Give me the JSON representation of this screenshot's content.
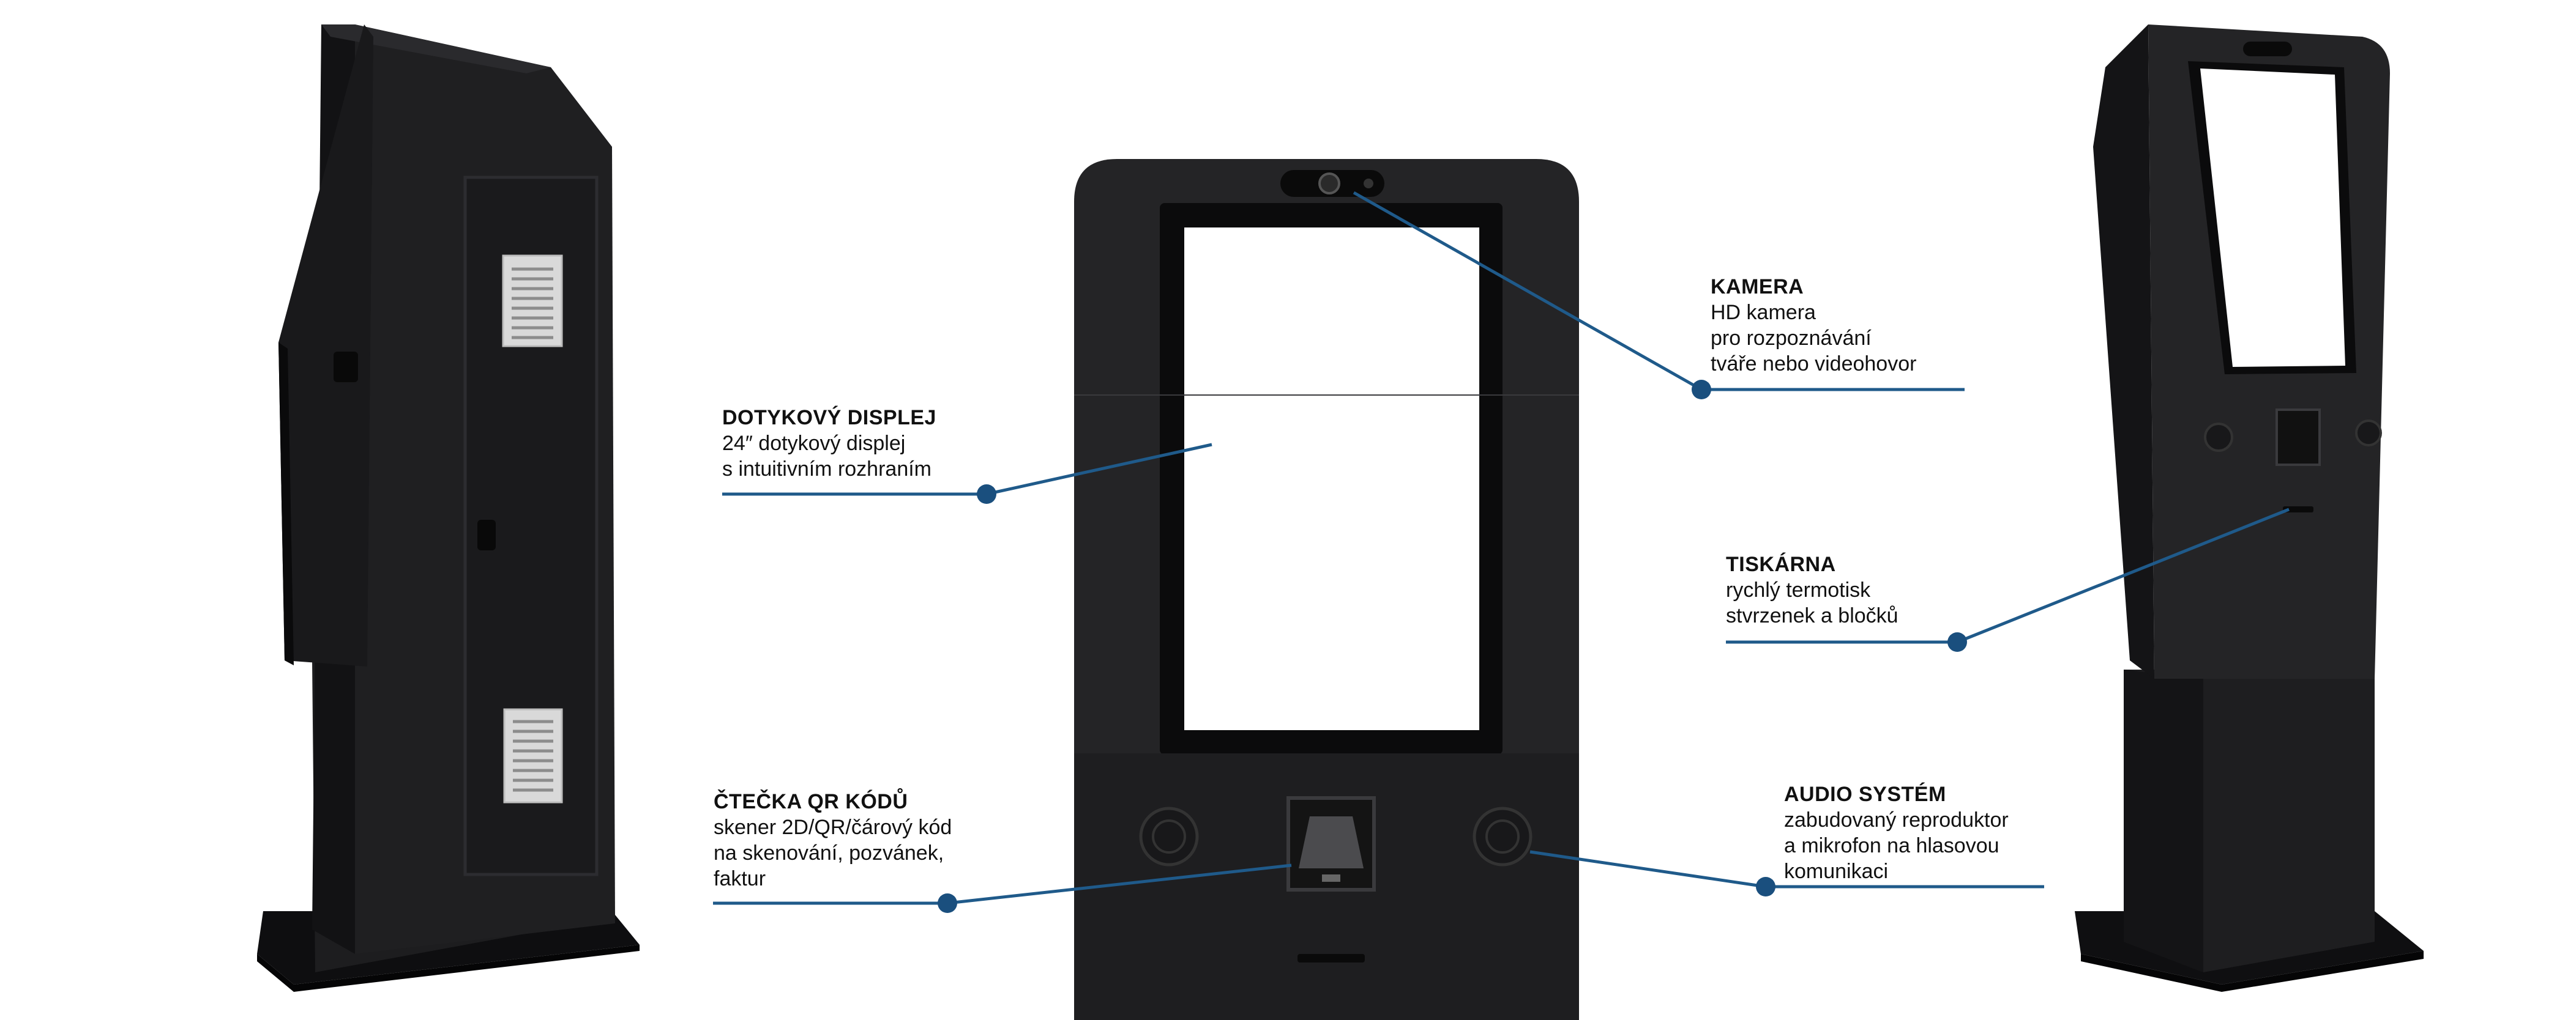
{
  "colors": {
    "kiosk_body": "#1f1f21",
    "kiosk_side": "#141416",
    "screen": "#ffffff",
    "callout_line": "#1f5a8a",
    "callout_dot": "#1a4f7e",
    "vent": "#d9d9d9"
  },
  "callouts": {
    "kamera": {
      "title": "KAMERA",
      "lines": [
        "HD kamera",
        "pro rozpoznávání",
        "tváře nebo videohovor"
      ]
    },
    "displej": {
      "title": "DOTYKOVÝ DISPLEJ",
      "lines": [
        "24″ dotykový displej",
        "s intuitivním rozhraním"
      ]
    },
    "tiskarna": {
      "title": "TISKÁRNA",
      "lines": [
        "rychlý termotisk",
        "stvrzenek a bločků"
      ]
    },
    "ctecka": {
      "title": "ČTEČKA QR KÓDŮ",
      "lines": [
        "skener 2D/QR/čárový kód",
        "na skenování, pozvánek,",
        "faktur"
      ]
    },
    "audio": {
      "title": "AUDIO SYSTÉM",
      "lines": [
        "zabudovaný reproduktor",
        "a mikrofon na hlasovou",
        "komunikaci"
      ]
    }
  },
  "icons": [
    "camera-icon",
    "qr-scanner-icon",
    "speaker-icon",
    "vent-grille-icon",
    "lock-icon",
    "printer-slot-icon"
  ]
}
